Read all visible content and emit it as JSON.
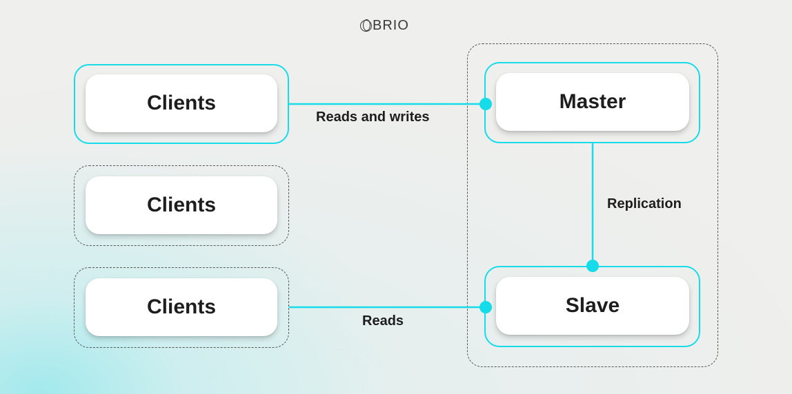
{
  "logo": {
    "text": "BRIO",
    "full": "OBRIO"
  },
  "colors": {
    "accent": "#16dbe8",
    "dashed_border": "#555555",
    "node_fill": "#ffffff",
    "text": "#1d1d1d"
  },
  "clients": [
    {
      "label": "Clients",
      "frame": "solid"
    },
    {
      "label": "Clients",
      "frame": "dashed"
    },
    {
      "label": "Clients",
      "frame": "dashed"
    }
  ],
  "master": {
    "label": "Master"
  },
  "slave": {
    "label": "Slave"
  },
  "edges": {
    "reads_and_writes": "Reads and writes",
    "replication": "Replication",
    "reads": "Reads"
  }
}
